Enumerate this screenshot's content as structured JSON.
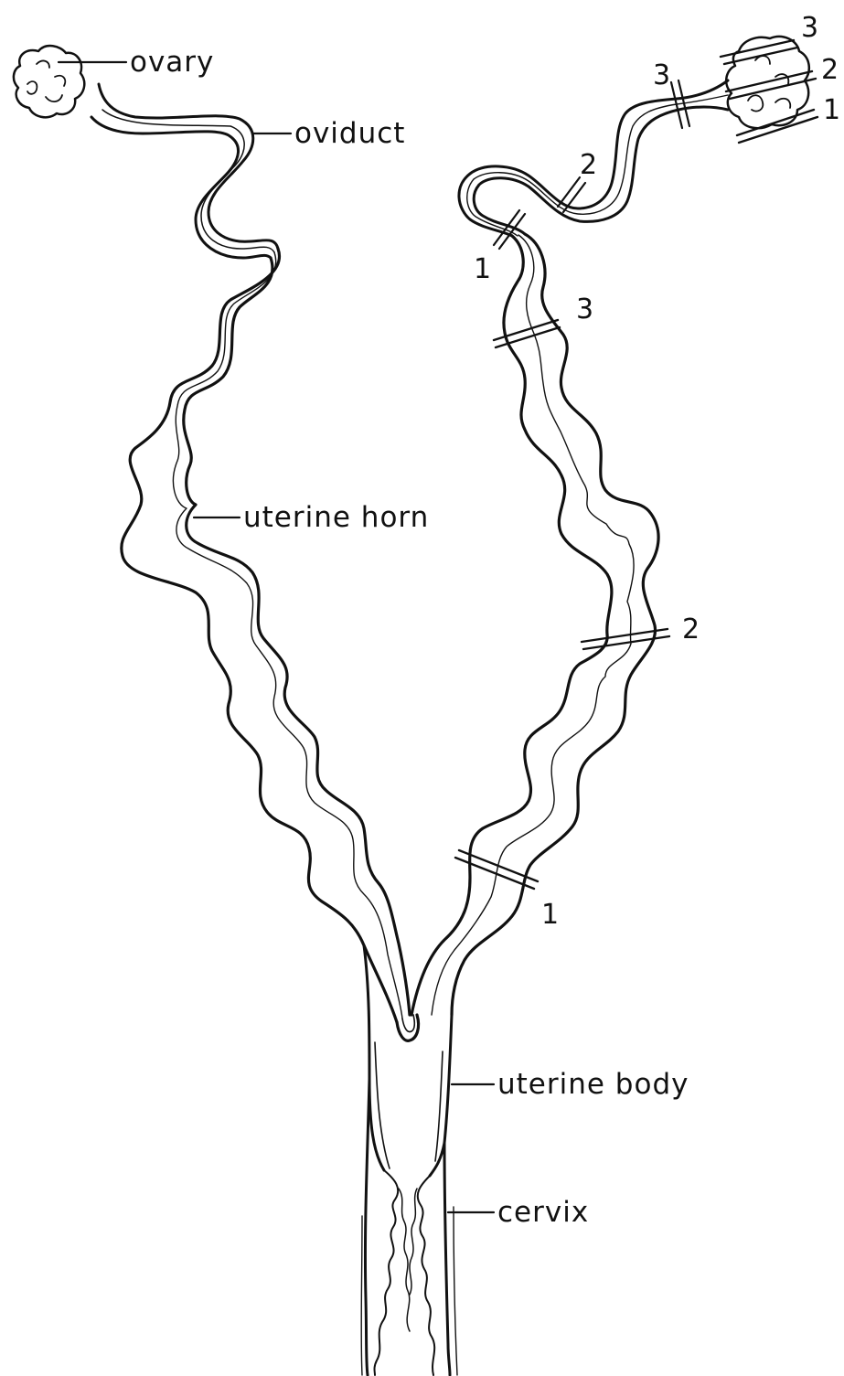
{
  "labels": {
    "ovary": "ovary",
    "oviduct": "oviduct",
    "uterine_horn": "uterine horn",
    "uterine_body": "uterine body",
    "cervix": "cervix"
  },
  "section_marks": {
    "ovary_right": [
      "3",
      "2",
      "1"
    ],
    "oviduct_right": [
      "3",
      "2",
      "1"
    ],
    "horn_right": [
      "3",
      "2",
      "1"
    ]
  },
  "colors": {
    "ink": "#111111",
    "background": "#ffffff"
  }
}
